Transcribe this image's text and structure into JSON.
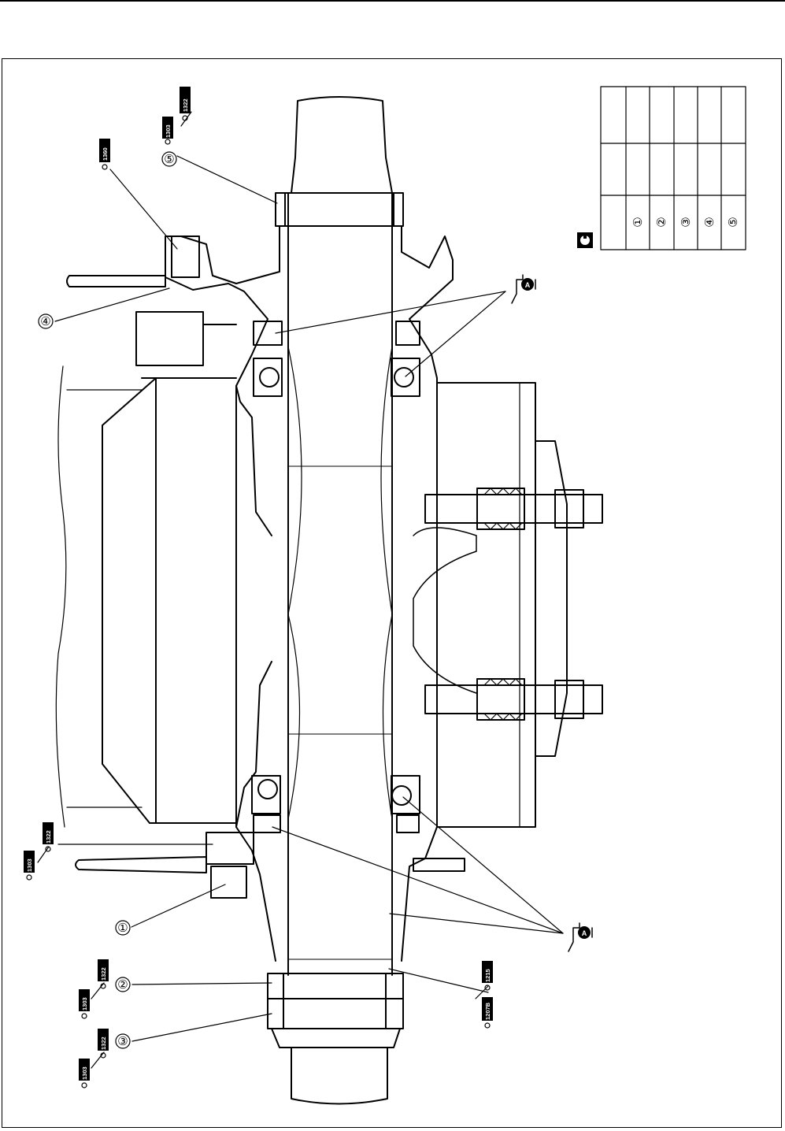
{
  "callouts": [
    {
      "id": "1",
      "label": "①"
    },
    {
      "id": "2",
      "label": "②"
    },
    {
      "id": "3",
      "label": "③"
    },
    {
      "id": "4",
      "label": "④"
    },
    {
      "id": "5",
      "label": "⑤"
    }
  ],
  "tool_codes": {
    "t1322": "1322",
    "t1303": "1303",
    "t1360": "1360",
    "t1215": "1215",
    "t1207b": "1207B"
  },
  "grease_symbol_letter": "A",
  "torque_table": {
    "rows": [
      "①",
      "②",
      "③",
      "④",
      "⑤"
    ],
    "icon": "torque-wrench-icon"
  },
  "colors": {
    "line": "#000000",
    "background": "#ffffff"
  }
}
